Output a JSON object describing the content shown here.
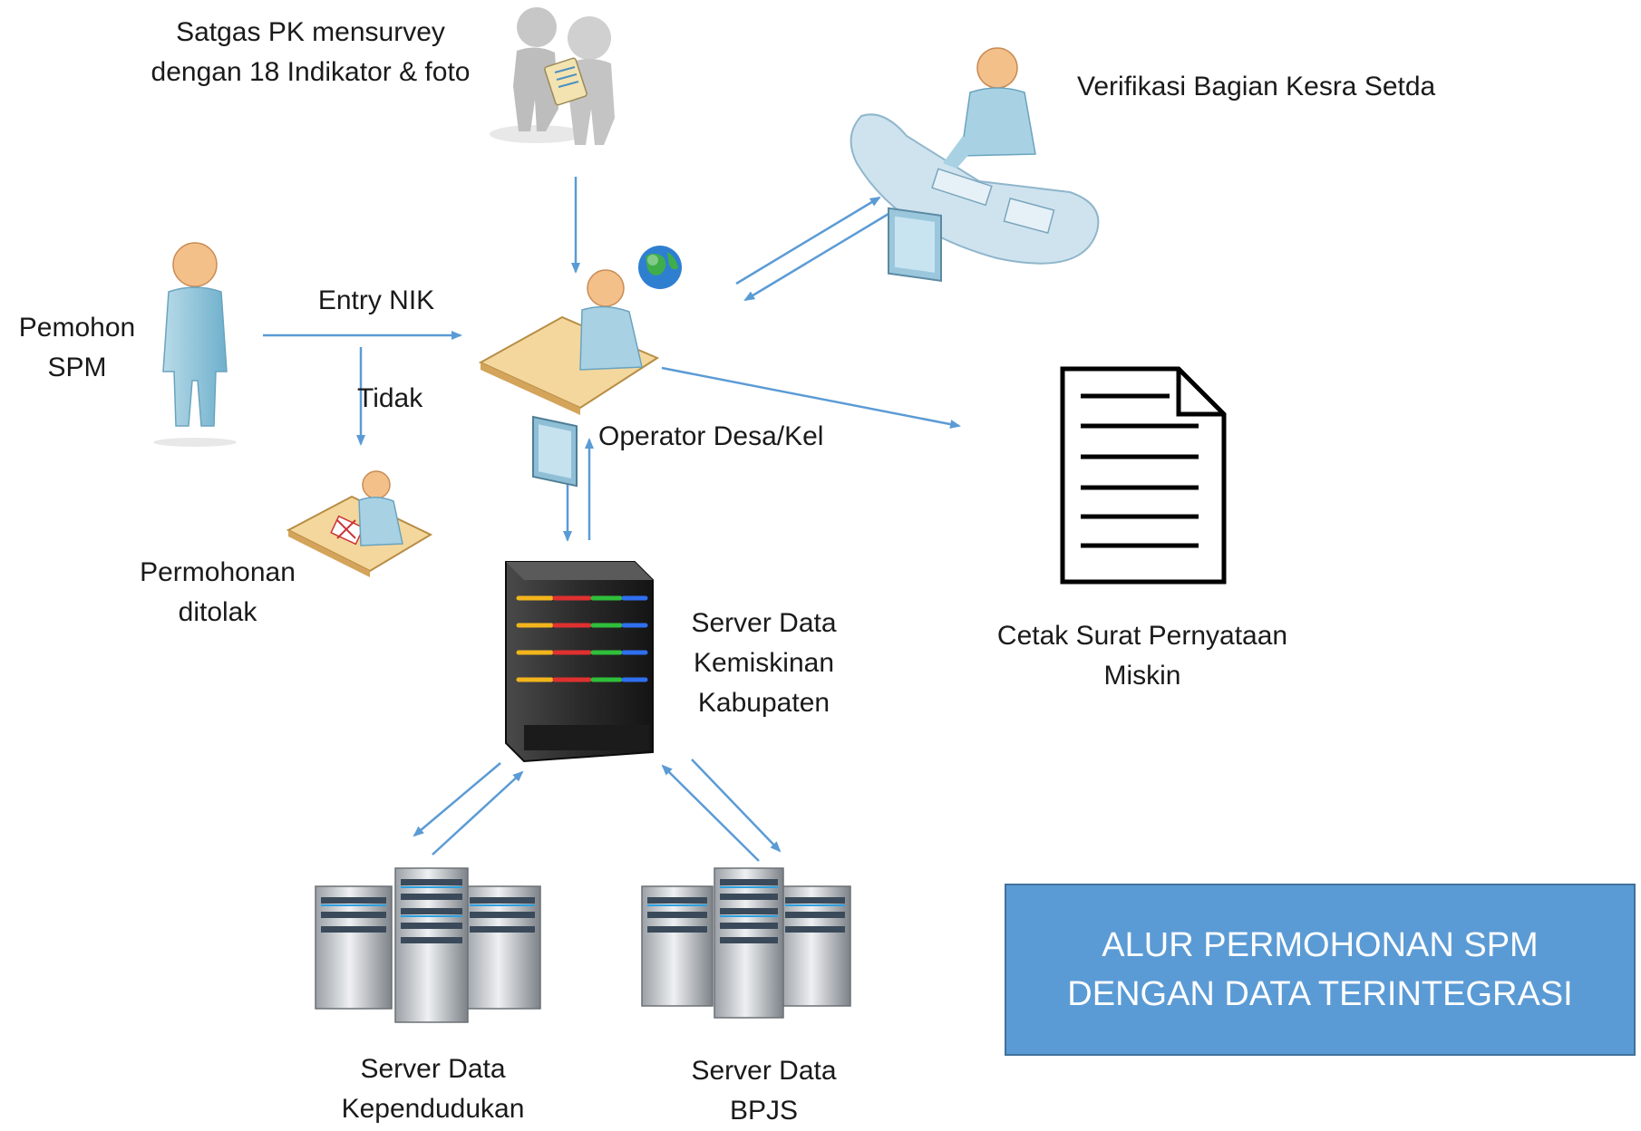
{
  "title": {
    "line1": "ALUR PERMOHONAN SPM",
    "line2": "DENGAN DATA TERINTEGRASI",
    "background": "#5b9bd5"
  },
  "nodes": {
    "satgas": {
      "line1": "Satgas PK mensurvey",
      "line2": "dengan 18 Indikator & foto",
      "icon": "two-people-survey-icon"
    },
    "verifikasi": {
      "line1": "Verifikasi Bagian Kesra Setda",
      "icon": "verifier-workstation-icon"
    },
    "pemohon": {
      "line1": "Pemohon",
      "line2": "SPM",
      "icon": "person-standing-icon"
    },
    "operator": {
      "line1": "Operator Desa/Kel",
      "icon": "operator-desk-icon"
    },
    "ditolak": {
      "line1": "Permohonan",
      "line2": "ditolak",
      "icon": "rejected-desk-icon"
    },
    "server_kemiskinan": {
      "line1": "Server Data",
      "line2": "Kemiskinan",
      "line3": "Kabupaten",
      "icon": "server-tower-icon"
    },
    "cetak": {
      "line1": "Cetak Surat Pernyataan",
      "line2": "Miskin",
      "icon": "document-icon"
    },
    "server_kependudukan": {
      "line1": "Server Data",
      "line2": "Kependudukan",
      "icon": "server-cluster-icon"
    },
    "server_bpjs": {
      "line1": "Server Data",
      "line2": "BPJS",
      "icon": "server-cluster-icon"
    }
  },
  "edges": {
    "entry_nik": "Entry NIK",
    "tidak": "Tidak"
  },
  "colors": {
    "arrow": "#5b9bd5",
    "person": "#8fc6dc",
    "head": "#f4c08a"
  }
}
